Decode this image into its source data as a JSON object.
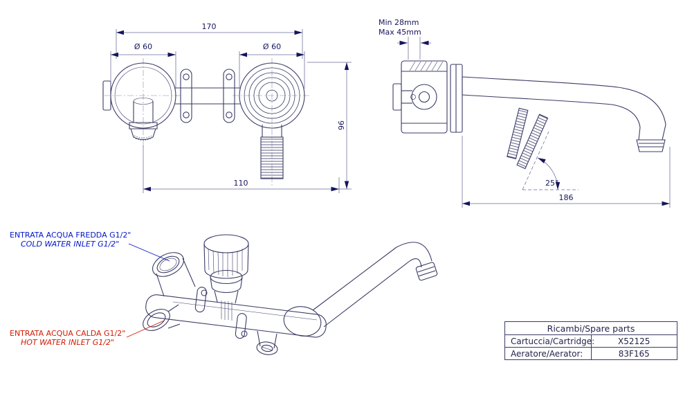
{
  "colors": {
    "line": "#3a3a66",
    "dimension": "#15155c",
    "cold_accent": "#0016c8",
    "hot_accent": "#d41800"
  },
  "front_view": {
    "dim_width": "170",
    "dim_dia_left": "Ø 60",
    "dim_dia_right": "Ø 60",
    "dim_offset": "110",
    "dim_height": "96"
  },
  "side_view": {
    "wall_min": "Min 28mm",
    "wall_max": "Max 45mm",
    "angle": "25°",
    "dim_length": "186"
  },
  "iso_view": {
    "cold_label_it": "ENTRATA ACQUA FREDDA G1/2\"",
    "cold_label_en": "COLD WATER INLET G1/2\"",
    "hot_label_it": "ENTRATA ACQUA CALDA G1/2\"",
    "hot_label_en": "HOT WATER INLET G1/2\""
  },
  "spare_parts": {
    "title": "Ricambi/Spare parts",
    "rows": [
      {
        "label": "Cartuccia/Cartridge:",
        "value": "X52125"
      },
      {
        "label": "Aeratore/Aerator:",
        "value": "83F165"
      }
    ]
  }
}
